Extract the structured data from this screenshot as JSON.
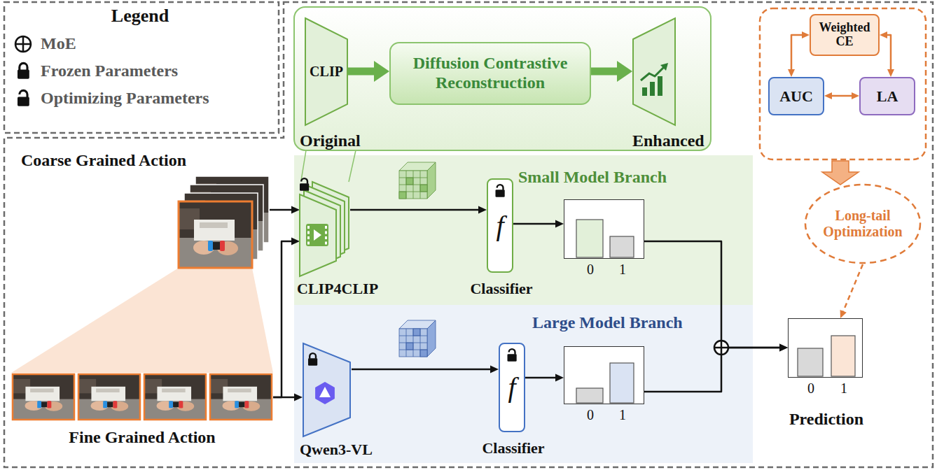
{
  "diagram": {
    "nodes": [
      {
        "text": [
          "CLIP",
          "Original"
        ]
      },
      {
        "text": [
          "Diffusion Contrastive Reconstruction"
        ]
      },
      {
        "text": [
          "Enhanced"
        ]
      },
      {
        "text": [
          "Weighted CE"
        ]
      },
      {
        "text": [
          "AUC"
        ]
      },
      {
        "text": [
          "LA"
        ]
      },
      {
        "text": [
          "Long-tail Optimization"
        ]
      },
      {
        "text": [
          "Coarse Grained Action"
        ]
      },
      {
        "text": [
          "Small Model Branch"
        ]
      },
      {
        "text": [
          "CLIP4CLIP"
        ],
        "in": 8
      },
      {
        "text": [
          "f",
          "Classifier"
        ],
        "in": 8
      },
      {
        "text": [
          "0",
          "1"
        ],
        "in": 8
      },
      {
        "text": [
          "Large Model Branch"
        ]
      },
      {
        "text": [
          "Qwen3-VL"
        ],
        "in": 12
      },
      {
        "text": [
          "f",
          "Classifier"
        ],
        "in": 12
      },
      {
        "text": [
          "0",
          "1"
        ],
        "in": 12
      },
      {
        "text": [
          "Fine Grained Action"
        ]
      },
      {
        "text": [
          "0",
          "1",
          "Prediction"
        ]
      }
    ],
    "edges": [
      {
        "from": 0,
        "to": 1,
        "arrow": "to"
      },
      {
        "from": 1,
        "to": 2,
        "arrow": "to"
      },
      {
        "from": 3,
        "to": 4,
        "arrow": "both"
      },
      {
        "from": 3,
        "to": 5,
        "arrow": "both"
      },
      {
        "from": 4,
        "to": 5,
        "arrow": "both"
      },
      {
        "from": 6,
        "to": 17,
        "arrow": "to"
      },
      {
        "from": 7,
        "to": 9,
        "arrow": "to"
      },
      {
        "from": 16,
        "to": 9,
        "arrow": "to"
      },
      {
        "from": 16,
        "to": 13,
        "arrow": "to"
      },
      {
        "from": 9,
        "to": 10,
        "arrow": "to"
      },
      {
        "from": 10,
        "to": 11,
        "arrow": "to"
      },
      {
        "from": 13,
        "to": 14,
        "arrow": "to"
      },
      {
        "from": 14,
        "to": 15,
        "arrow": "to"
      },
      {
        "from": 11,
        "to": 17,
        "arrow": "to"
      },
      {
        "from": 15,
        "to": 17,
        "arrow": "to"
      }
    ],
    "labels": [
      "Legend"
    ],
    "legend": [
      {
        "text": "MoE"
      },
      {
        "text": "Frozen Parameters"
      },
      {
        "text": "Optimizing Parameters"
      }
    ]
  }
}
